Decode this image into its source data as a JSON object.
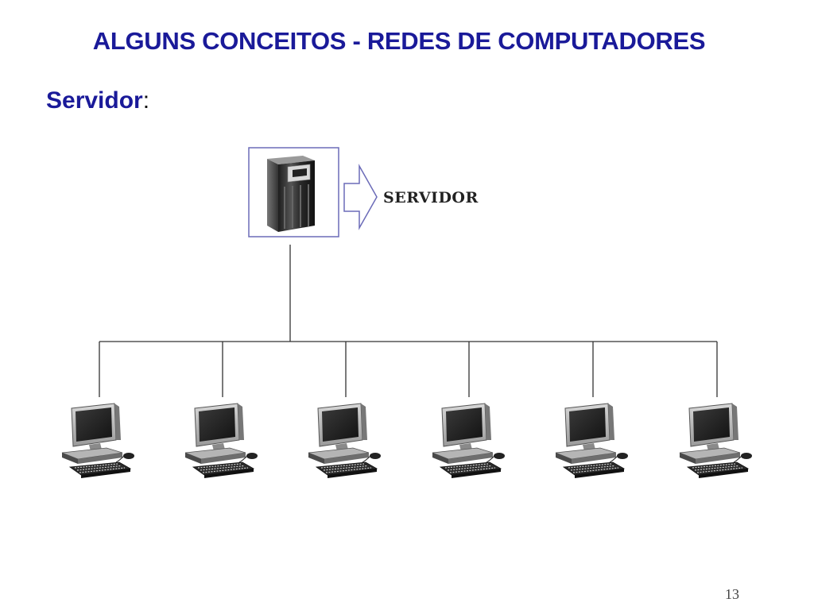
{
  "slide": {
    "title": "ALGUNS CONCEITOS - REDES DE COMPUTADORES",
    "subtitle": "Servidor",
    "subtitle_suffix": ":",
    "page_number": "13"
  },
  "diagram": {
    "server_label": "SERVIDOR",
    "server_icon": "server-tower-icon",
    "client_icon": "desktop-computer-icon",
    "client_count": 6,
    "colors": {
      "title": "#1a1a99",
      "frame_border": "#6b6bb8",
      "lines": "#333333"
    }
  }
}
